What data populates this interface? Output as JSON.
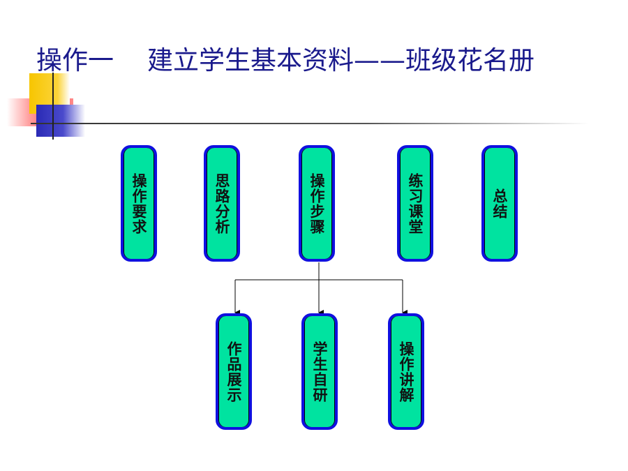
{
  "title": {
    "left": "操作一",
    "right": "建立学生基本资料——班级花名册"
  },
  "top_nodes": [
    {
      "id": "requirements",
      "label": "操作要求"
    },
    {
      "id": "analysis",
      "label": "思路分析"
    },
    {
      "id": "steps",
      "label": "操作步骤"
    },
    {
      "id": "practice",
      "label": "练习课堂"
    },
    {
      "id": "summary",
      "label": "总结"
    }
  ],
  "bottom_nodes": [
    {
      "id": "showcase",
      "label": "作品展示"
    },
    {
      "id": "self-study",
      "label": "学生自研"
    },
    {
      "id": "explain",
      "label": "操作讲解"
    }
  ],
  "colors": {
    "node_fill": "#00e3a0",
    "node_border": "#1010e0",
    "title": "#1a1a8c"
  }
}
